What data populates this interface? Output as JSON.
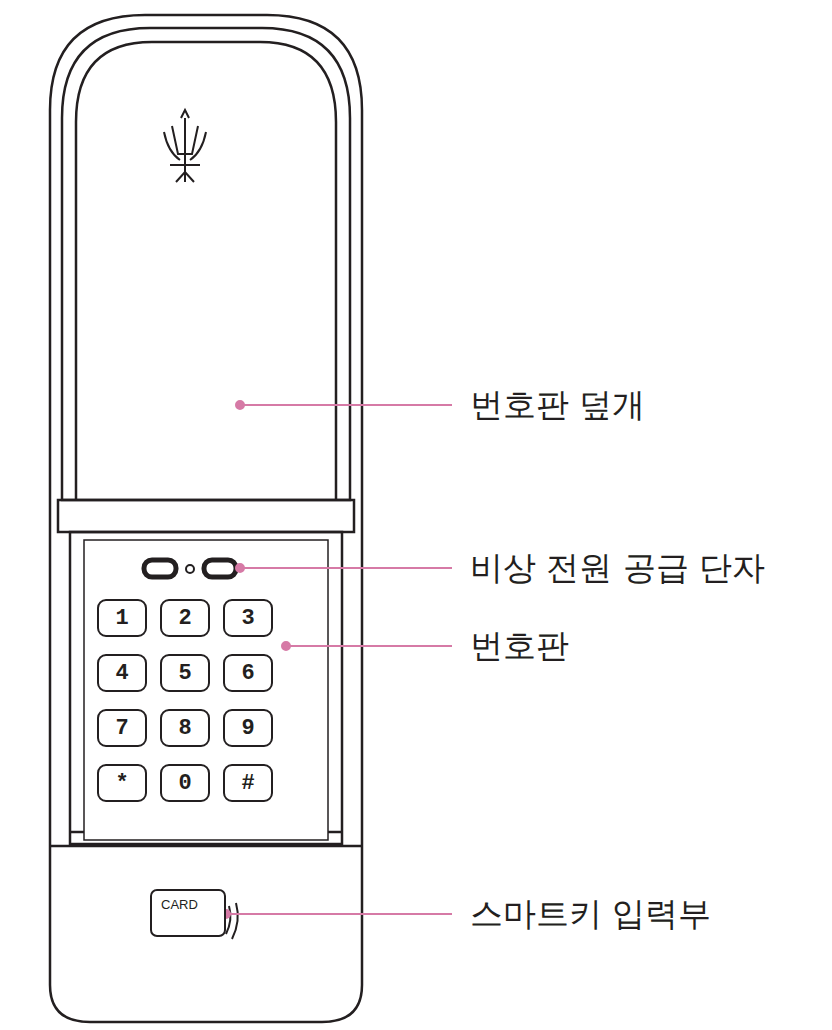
{
  "diagram": {
    "nodes": [
      {
        "text": [
          "1"
        ]
      },
      {
        "text": [
          "2"
        ]
      },
      {
        "text": [
          "3"
        ]
      },
      {
        "text": [
          "4"
        ]
      },
      {
        "text": [
          "5"
        ]
      },
      {
        "text": [
          "6"
        ]
      },
      {
        "text": [
          "7"
        ]
      },
      {
        "text": [
          "8"
        ]
      },
      {
        "text": [
          "9"
        ]
      },
      {
        "text": [
          "*"
        ]
      },
      {
        "text": [
          "0"
        ]
      },
      {
        "text": [
          "#"
        ]
      },
      {
        "text": [
          "CARD"
        ]
      }
    ],
    "labels": [
      "번호판 덮개",
      "비상 전원 공급 단자",
      "번호판",
      "스마트키 입력부"
    ]
  }
}
